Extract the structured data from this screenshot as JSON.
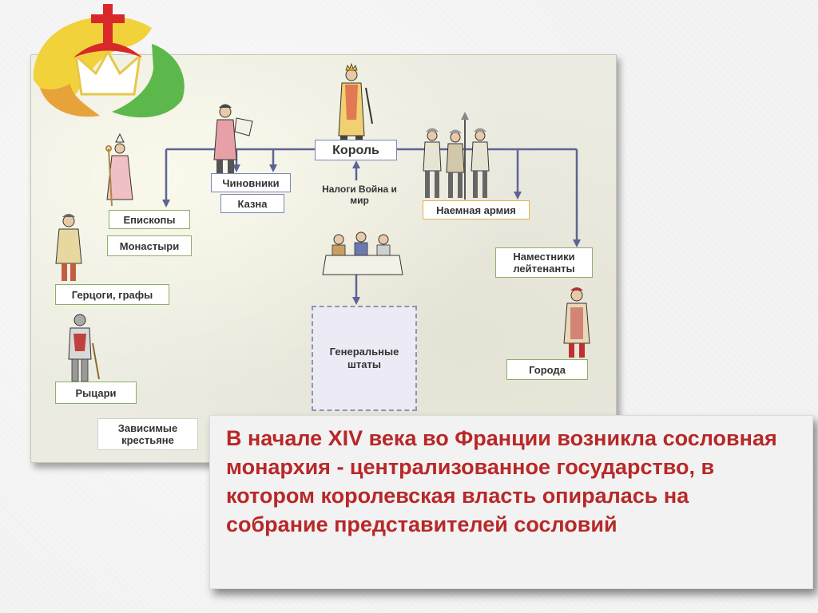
{
  "diagram": {
    "king": "Король",
    "officials": "Чиновники",
    "treasury": "Казна",
    "bishops": "Епископы",
    "monasteries": "Монастыри",
    "dukes": "Герцоги, графы",
    "knights": "Рыцари",
    "peasants": "Зависимые крестьяне",
    "taxes": "Налоги Война и мир",
    "army": "Наемная армия",
    "governors": "Наместники лейтенанты",
    "general_estates": "Генеральные штаты",
    "cities": "Города"
  },
  "statement": "В начале XIV века во Франции возникла сословная монархия - централизованное государство, в котором королевская власть опиралась на собрание представителей сословий",
  "colors": {
    "statement_text": "#b82828",
    "arrow": "#5c6496",
    "logo_yellow": "#f2d23a",
    "logo_green": "#5cb84a",
    "logo_red": "#d8282a"
  },
  "icons": [
    "cross-crown-logo-icon",
    "king-figure-icon",
    "official-figure-icon",
    "bishop-figure-icon",
    "duke-figure-icon",
    "knight-figure-icon",
    "soldiers-figure-icon",
    "assembly-figure-icon",
    "townsman-figure-icon"
  ]
}
